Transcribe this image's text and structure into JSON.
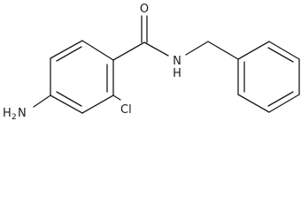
{
  "molecule": {
    "atoms": {
      "oxygen": "O",
      "amide_n": "N",
      "amide_h": "H",
      "amino_h": "H",
      "amino_sub": "2",
      "amino_n": "N",
      "chlorine": "Cl"
    }
  }
}
